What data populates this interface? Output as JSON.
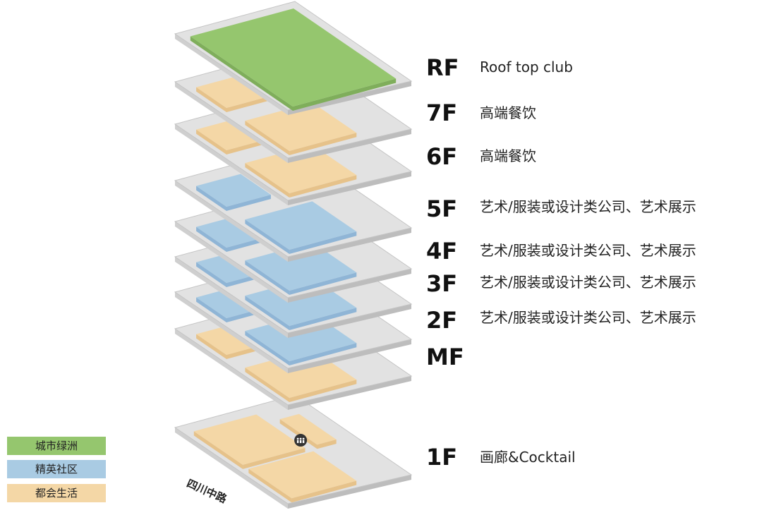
{
  "colors": {
    "plate": "#e2e2e2",
    "plate_stroke": "#c4c4c4",
    "oasis": "#95c66e",
    "elite": "#a9cbe3",
    "urban": "#f4d7a6",
    "urban_side": "#e6c28a",
    "elite_side": "#8fb5d6"
  },
  "floors": [
    {
      "code": "RF",
      "desc": "Roof top club",
      "zone": "oasis"
    },
    {
      "code": "7F",
      "desc": "高端餐饮",
      "zone": "urban"
    },
    {
      "code": "6F",
      "desc": "高端餐饮",
      "zone": "urban"
    },
    {
      "code": "5F",
      "desc": "艺术/服装或设计类公司、艺术展示",
      "zone": "elite"
    },
    {
      "code": "4F",
      "desc": "艺术/服装或设计类公司、艺术展示",
      "zone": "elite"
    },
    {
      "code": "3F",
      "desc": "艺术/服装或设计类公司、艺术展示",
      "zone": "elite"
    },
    {
      "code": "2F",
      "desc": "艺术/服装或设计类公司、艺术展示",
      "zone": "elite"
    },
    {
      "code": "MF",
      "desc": "",
      "zone": "urban"
    },
    {
      "code": "1F",
      "desc": "画廊&Cocktail",
      "zone": "urban"
    }
  ],
  "legend": [
    {
      "label": "城市绿洲",
      "color": "#95c66e"
    },
    {
      "label": "精英社区",
      "color": "#a9cbe3"
    },
    {
      "label": "都会生活",
      "color": "#f4d7a6"
    }
  ],
  "street": "四川中路",
  "entrance_icon": "people-icon"
}
